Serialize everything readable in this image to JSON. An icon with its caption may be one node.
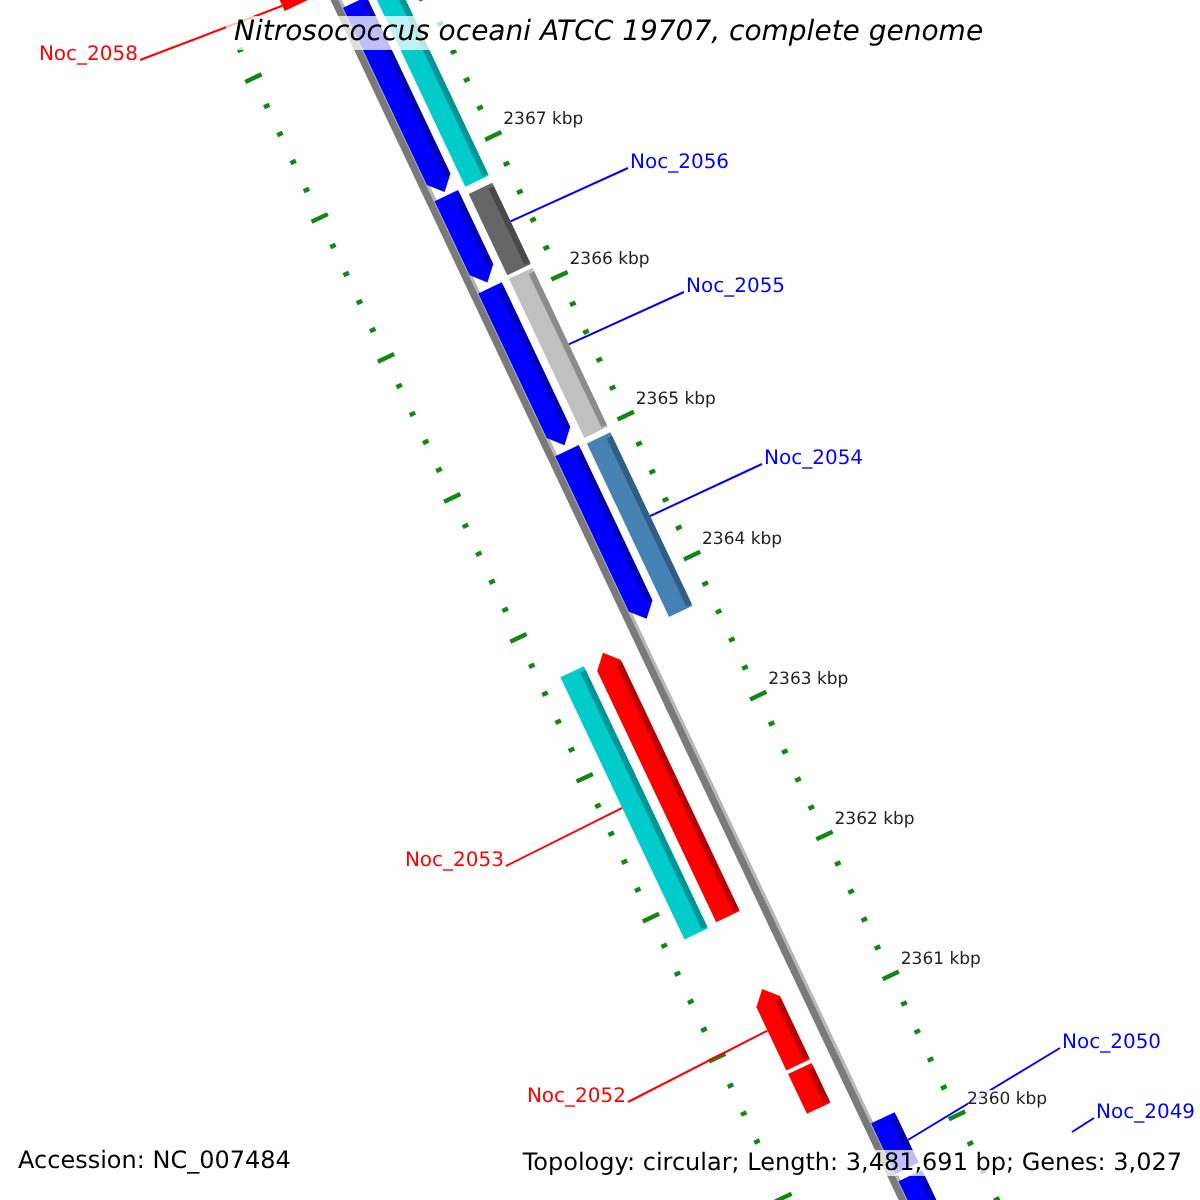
{
  "diagram": {
    "title": "Nitrosococcus oceani ATCC 19707, complete genome",
    "nodes": [
      {
        "text": [
          "Noc_2058"
        ]
      },
      {
        "text": [],
        "shape": "bar"
      },
      {
        "text": [
          "Noc_2056"
        ]
      },
      {
        "text": [],
        "shape": "bar"
      },
      {
        "text": [
          "Noc_2055"
        ]
      },
      {
        "text": [],
        "shape": "bar"
      },
      {
        "text": [
          "Noc_2054"
        ]
      },
      {
        "text": [],
        "shape": "bar"
      },
      {
        "text": [
          "Noc_2053"
        ]
      },
      {
        "text": [],
        "shape": "bar"
      },
      {
        "text": [
          "Noc_2052"
        ]
      },
      {
        "text": [],
        "shape": "bar"
      },
      {
        "text": [
          "Noc_2050"
        ]
      },
      {
        "text": [],
        "shape": "bar"
      },
      {
        "text": [
          "Noc_2049"
        ]
      }
    ],
    "edges": [
      {
        "from": 0,
        "to": 1,
        "arrow": "none",
        "color": "#ff0000"
      },
      {
        "from": 2,
        "to": 3,
        "arrow": "none"
      },
      {
        "from": 4,
        "to": 5,
        "arrow": "none"
      },
      {
        "from": 6,
        "to": 7,
        "arrow": "none"
      },
      {
        "from": 8,
        "to": 9,
        "arrow": "none",
        "color": "#ff0000"
      },
      {
        "from": 10,
        "to": 11,
        "arrow": "none",
        "color": "#ff0000"
      },
      {
        "from": 12,
        "to": 13,
        "arrow": "none"
      },
      {
        "from": 14,
        "to": null,
        "arrow": "none"
      }
    ],
    "labels": [
      "2367 kbp",
      "2366 kbp",
      "2365 kbp",
      "2364 kbp",
      "2363 kbp",
      "2362 kbp",
      "2361 kbp",
      "2360 kbp",
      "Accession: NC_007484",
      "Topology: circular; Length: 3,481,691 bp; Genes: 3,027"
    ]
  }
}
